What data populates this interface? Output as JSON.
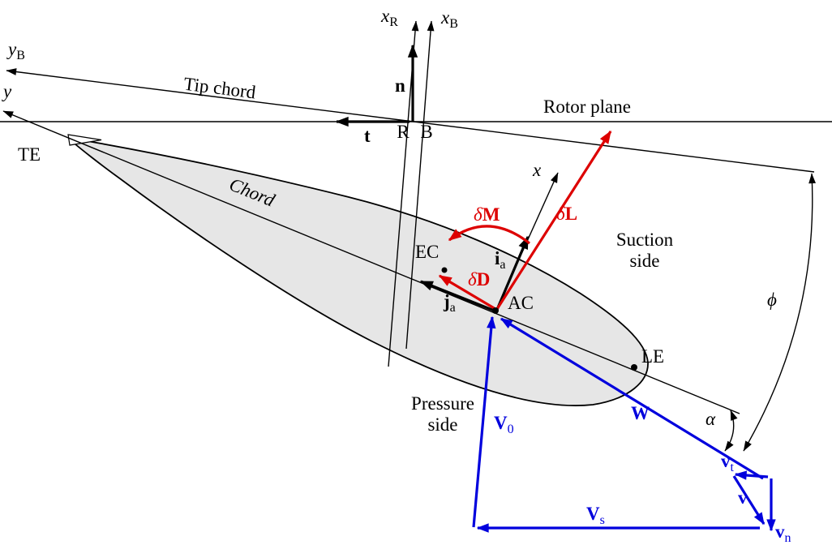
{
  "colors": {
    "red": "#dd0000",
    "blue": "#0000dd",
    "airfoil_fill": "#e6e6e6"
  },
  "labels": {
    "x_R": {
      "main": "x",
      "sub": "R"
    },
    "x_B": {
      "main": "x",
      "sub": "B"
    },
    "y_B": {
      "main": "y",
      "sub": "B"
    },
    "y": "y",
    "x": "x",
    "n": "n",
    "t": "t",
    "R": "R",
    "B": "B",
    "TE": "TE",
    "LE": "LE",
    "EC": "EC",
    "AC": "AC",
    "tip_chord": "Tip chord",
    "rotor_plane": "Rotor plane",
    "chord": "Chord",
    "suction_side": {
      "line1": "Suction",
      "line2": "side"
    },
    "pressure_side": {
      "line1": "Pressure",
      "line2": "side"
    },
    "i_a": {
      "main": "i",
      "sub": "a"
    },
    "j_a": {
      "main": "j",
      "sub": "a"
    },
    "delta_M": {
      "prefix": "δ",
      "main": "M"
    },
    "delta_L": {
      "prefix": "δ",
      "main": "L"
    },
    "delta_D": {
      "prefix": "δ",
      "main": "D"
    },
    "V_0": {
      "main": "V",
      "sub": "0"
    },
    "V_s": {
      "main": "V",
      "sub": "s"
    },
    "W": "W",
    "v": "v",
    "v_t": {
      "main": "v",
      "sub": "t"
    },
    "v_n": {
      "main": "v",
      "sub": "n"
    },
    "phi": "ϕ",
    "alpha": "α"
  }
}
